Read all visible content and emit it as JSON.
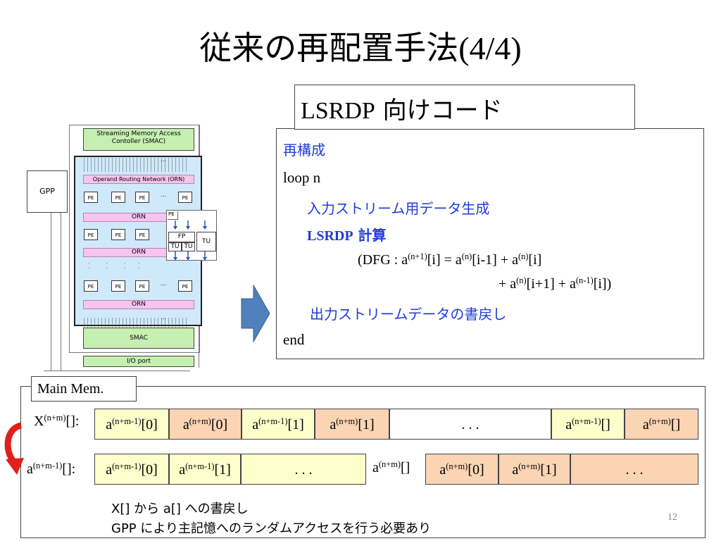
{
  "slide": {
    "title": "従来の再配置手法",
    "title_suffix": "(4/4)",
    "page_number": "12"
  },
  "code_box": {
    "header_latin": "LSRDP",
    "header_jp": " 向けコード",
    "lines": {
      "reconfig": "再構成",
      "loop": "loop n",
      "input_gen": "入力ストリーム用データ生成",
      "calc_a": "LSRDP",
      "calc_b": " 計算",
      "dfg1": "(DFG : a",
      "dfg2": "+ a",
      "writeback": "出力ストリームデータの書戻し",
      "end": "end"
    }
  },
  "diagram": {
    "gpp": "GPP",
    "smac_top": "Streaming Memory Access Contoller (SMAC)",
    "orn_full": "Operand Routing Network (ORN)",
    "orn": "ORN",
    "pe": "PE",
    "ellipsis": "…",
    "fp": "FP",
    "tu": "TU",
    "smac": "SMAC",
    "io_port": "I/O port"
  },
  "memory": {
    "label": "Main Mem.",
    "row1_label": "X",
    "row2_label": "a",
    "dots": ". . .",
    "note1": "X[] から a[] への書戻し",
    "note2": "GPP により主記憶へのランダムアクセスを行う必要あり"
  },
  "colors": {
    "blue_text": "#1f3cd6",
    "yellow_cell": "#ffffcc",
    "orange_cell": "#fbd4b4",
    "arrow_blue": "#4f81bd",
    "arrow_red": "#e0201c",
    "diagram_bg": "#cfe9fb",
    "smac_green": "#c6efb2",
    "orn_pink": "#f6c4ee"
  }
}
